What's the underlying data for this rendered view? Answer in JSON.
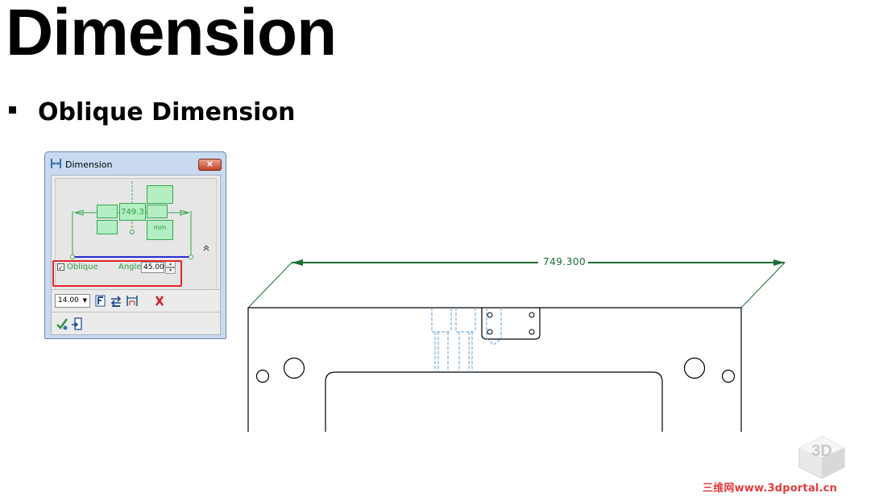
{
  "slide": {
    "title": "Dimension",
    "bullet_text": "Oblique Dimension"
  },
  "dialog": {
    "title": "Dimension",
    "close_glyph": "✕",
    "preview_value": "749.3",
    "preview_unit": "mm",
    "oblique_label": "Oblique",
    "oblique_checked": true,
    "angle_label": "Angle",
    "angle_value": "45.00",
    "font_size_value": "14.00",
    "icons": [
      "dimension-icon",
      "close-icon",
      "collapse-icon",
      "font-icon",
      "swap-icon",
      "measure-icon",
      "delete-icon",
      "ok-icon",
      "exit-icon"
    ]
  },
  "drawing": {
    "dimension_text": "749.300"
  },
  "watermark": {
    "text": "三维网www.3dportal.cn",
    "logo_text": "3D"
  },
  "colors": {
    "dimension_green": "#1b6e33",
    "preview_green": "#34a84e",
    "highlight_red": "#e2262a",
    "hidden_line_blue": "#5aa0d8"
  }
}
